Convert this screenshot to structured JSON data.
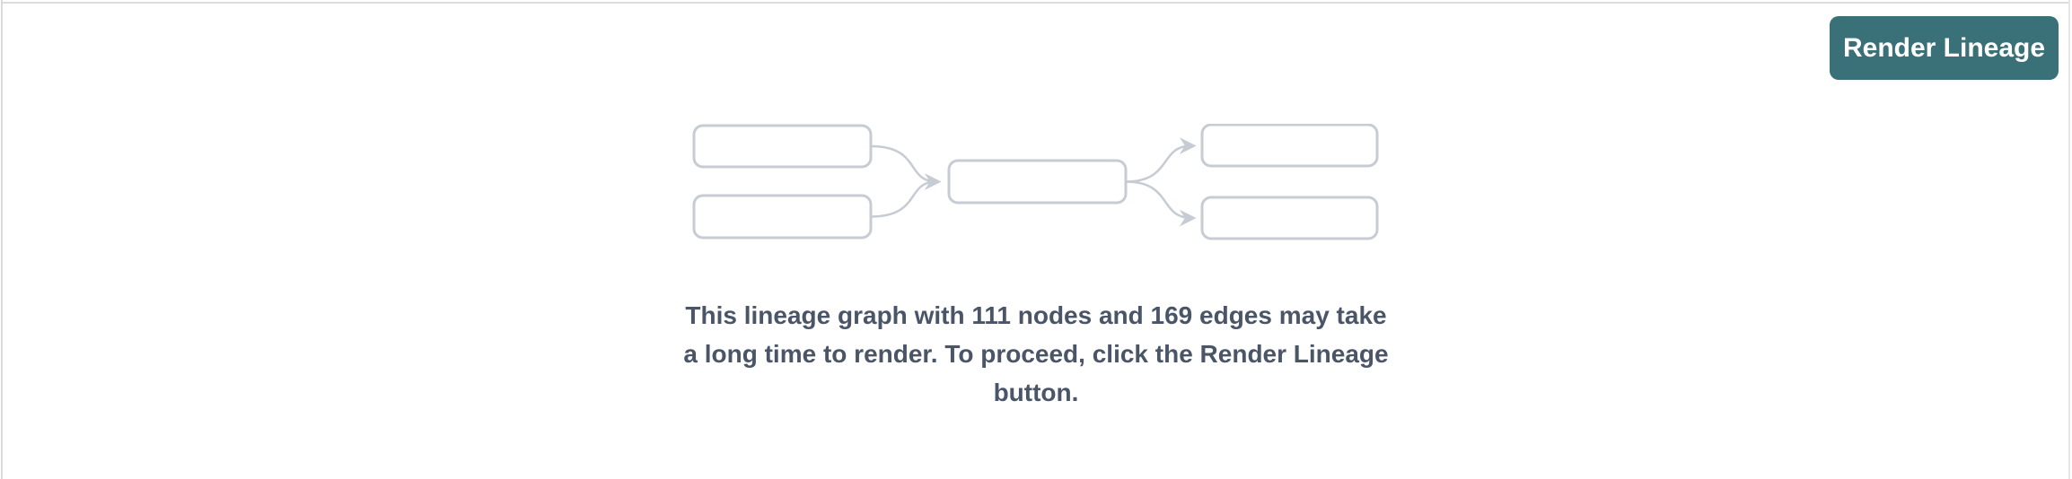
{
  "header": {
    "render_button_label": "Render Lineage"
  },
  "message": {
    "full_text": "This lineage graph with 111 nodes and 169 edges may take a long time to render. To proceed, click the Render Lineage button.",
    "lines": [
      "This lineage graph with 111 nodes and 169 edges may take",
      "a long time to render. To proceed, click the Render Lineage",
      "button."
    ],
    "node_count": 111,
    "edge_count": 169
  },
  "diagram": {
    "description": "lineage-graph-placeholder",
    "node_box_count": 5,
    "edge_count": 4,
    "layout": "two sources converge into one center node which fans out to two targets"
  },
  "colors": {
    "button_bg": "#3A7078",
    "button_text": "#FFFFFF",
    "message_text": "#4A5568",
    "diagram_stroke": "#C6CBD4",
    "panel_border": "#D9D9DD",
    "background": "#FFFFFF"
  }
}
